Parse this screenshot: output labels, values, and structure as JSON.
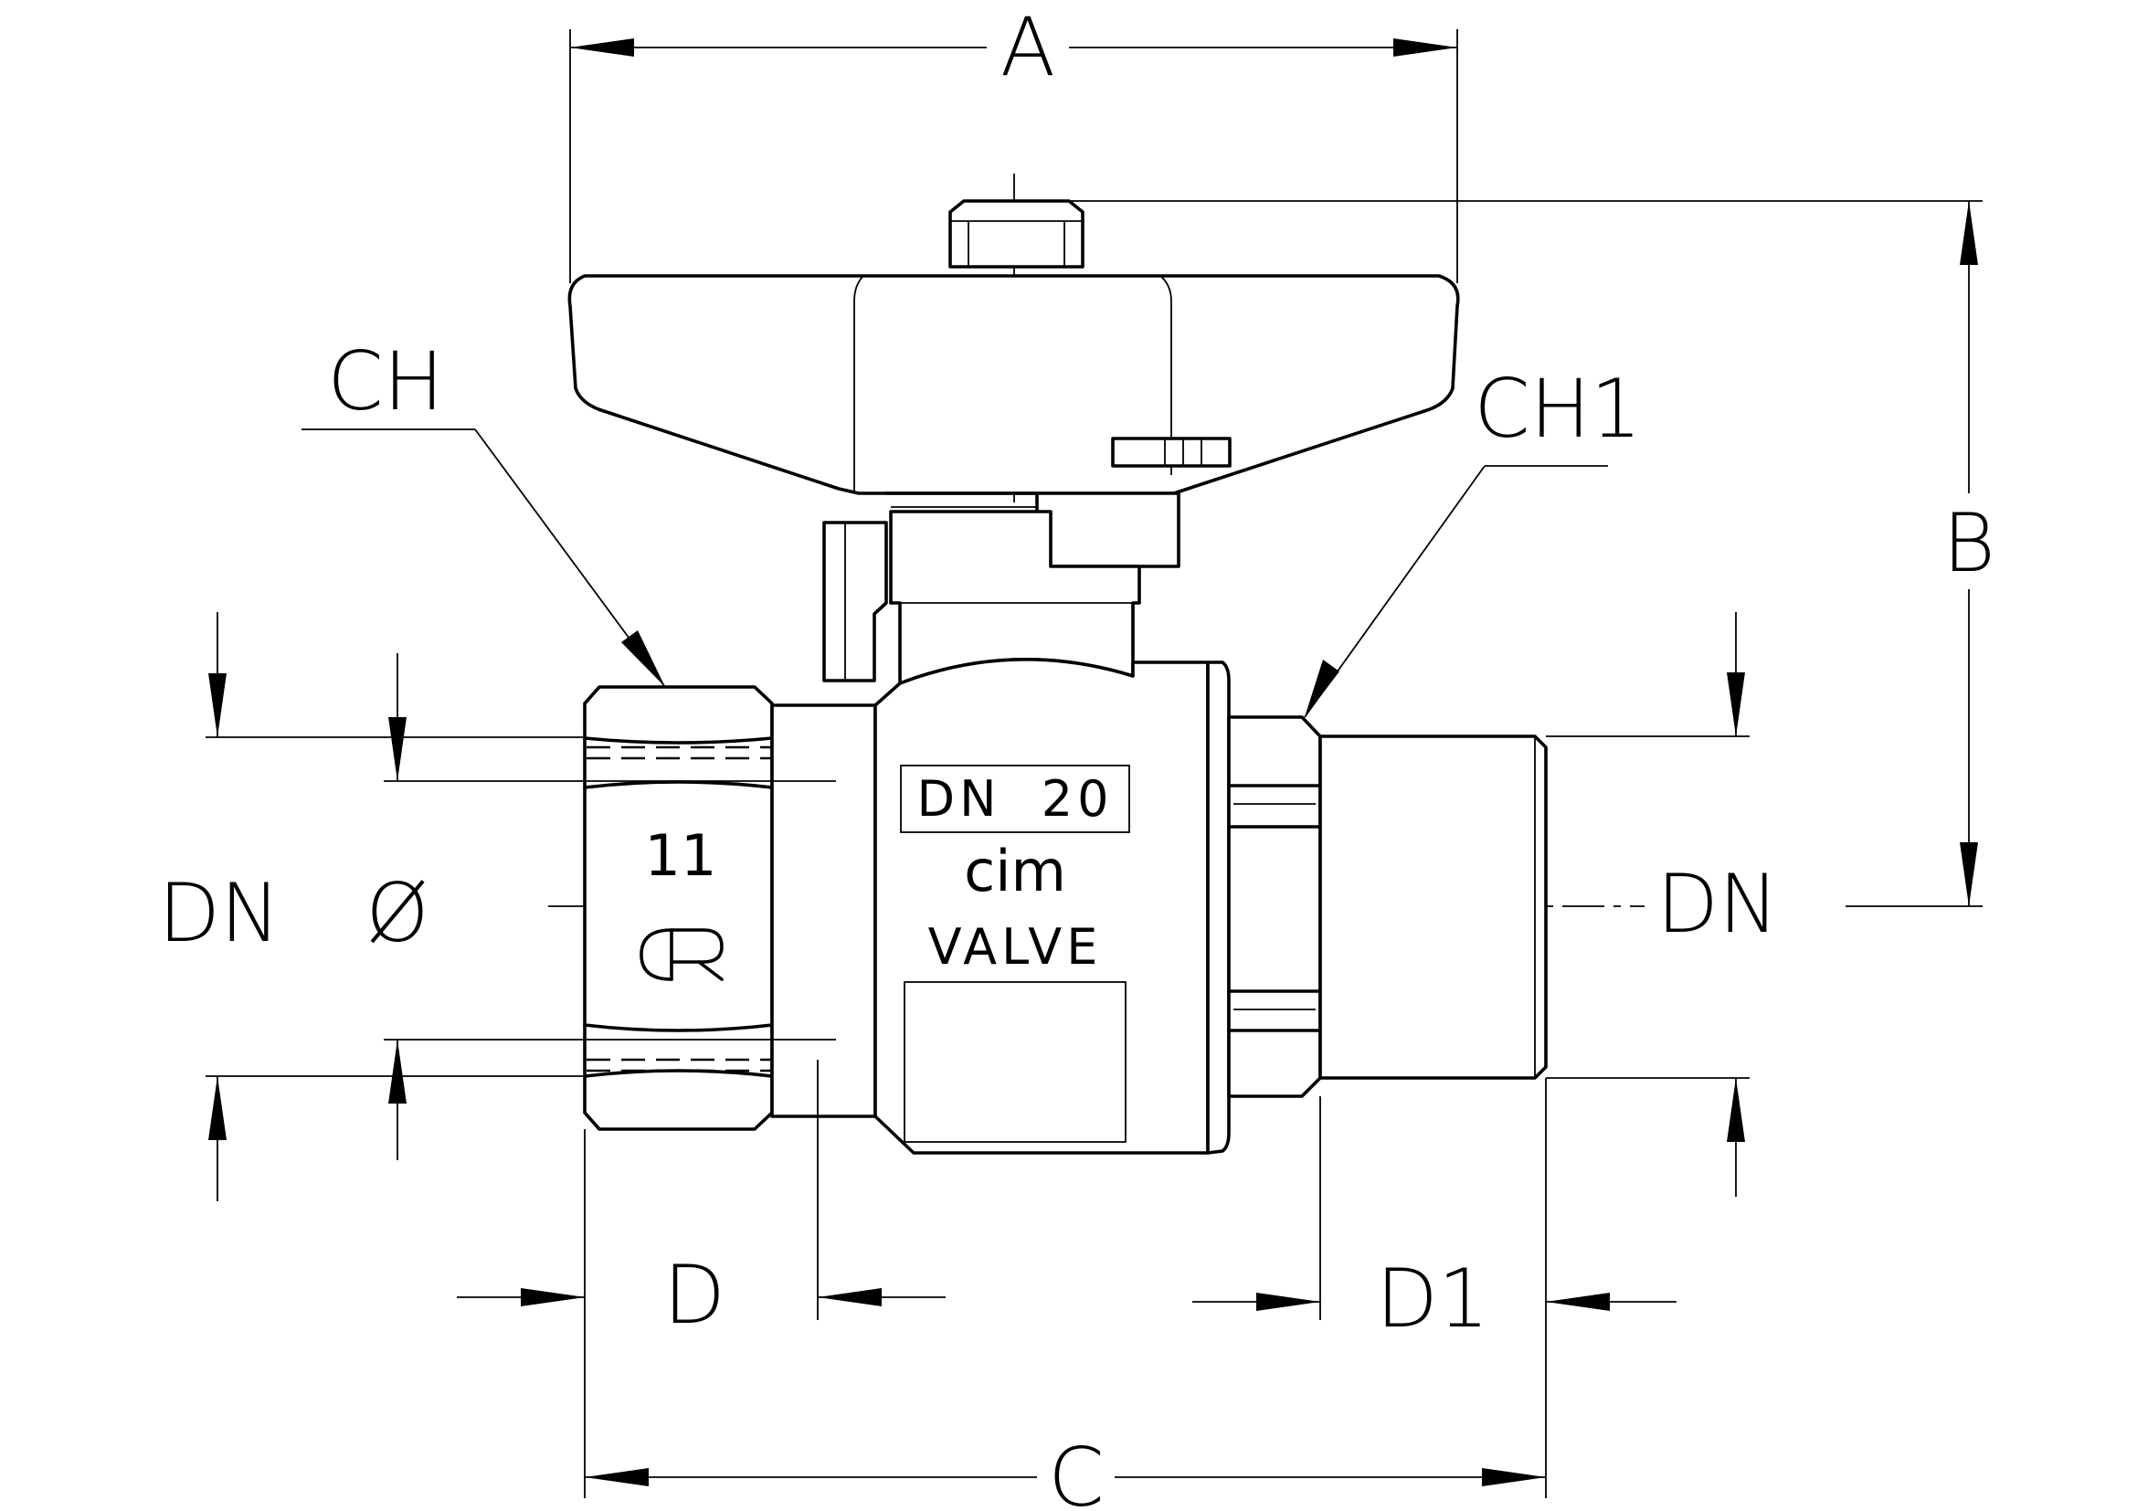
{
  "dimensions": {
    "A": "A",
    "B": "B",
    "C": "C",
    "D": "D",
    "D1": "D1",
    "CH": "CH",
    "CH1": "CH1",
    "DN_left": "DN",
    "DN_right": "DN",
    "diameter": "Ø"
  },
  "body_markings": {
    "size_left": "11",
    "logo": "CR",
    "dn_label": "DN  20",
    "brand": "cim",
    "valve": "VALVE"
  }
}
